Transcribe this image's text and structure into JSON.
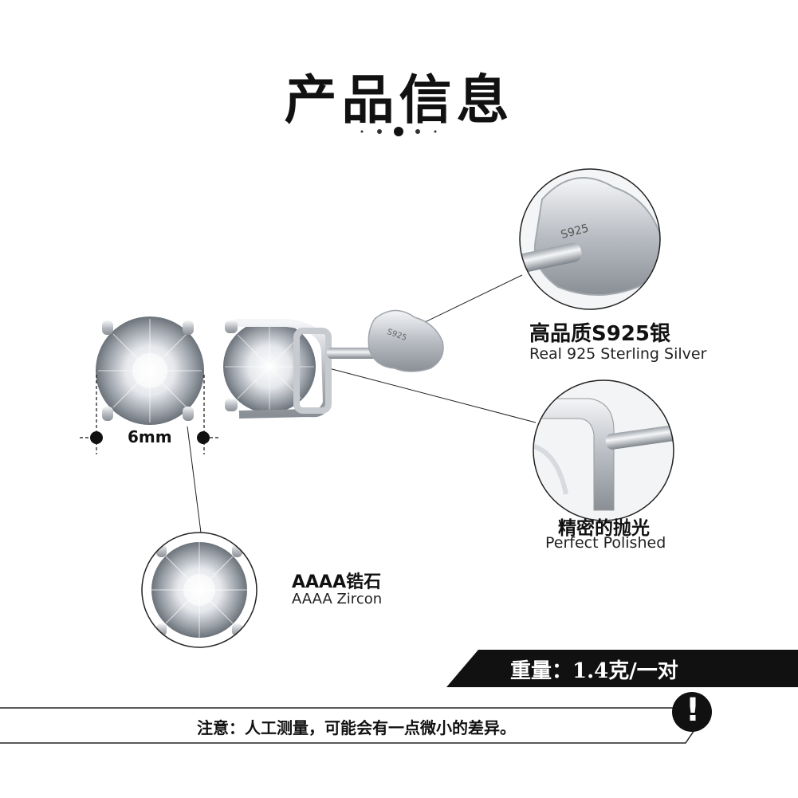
{
  "header": {
    "title": "产品信息"
  },
  "callouts": {
    "silver": {
      "cn": "高品质S925银",
      "en": "Real 925 Sterling Silver",
      "stamp": "S925"
    },
    "polish": {
      "cn": "精密的抛光",
      "en": "Perfect Polished"
    },
    "zircon": {
      "cn": "AAAA锆石",
      "en": "AAAA Zircon"
    }
  },
  "dimension": {
    "label": "6mm"
  },
  "weight_banner": {
    "text": "重量：1.4克/一对"
  },
  "notice": {
    "text": "注意：人工测量，可能会有一点微小的差异。",
    "icon": "exclamation-icon"
  },
  "colors": {
    "accent": "#111111",
    "metal": "#c9ccd1",
    "background": "#ffffff"
  }
}
